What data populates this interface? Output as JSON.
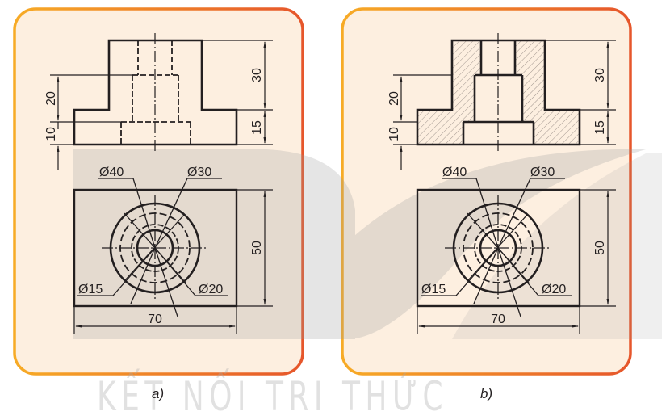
{
  "figure": {
    "panels": [
      {
        "id": "a",
        "caption": "a)",
        "variant": "hidden-lines",
        "front_view": {
          "dimensions": {
            "height_top": "30",
            "height_base": "15",
            "left_upper": "20",
            "left_lower": "10"
          }
        },
        "top_view": {
          "dimensions": {
            "width": "70",
            "depth": "50",
            "dia_outer": "Ø40",
            "dia_mid": "Ø30",
            "dia_small": "Ø15",
            "dia_inner": "Ø20"
          }
        }
      },
      {
        "id": "b",
        "caption": "b)",
        "variant": "section-view",
        "front_view": {
          "dimensions": {
            "height_top": "30",
            "height_base": "15",
            "left_upper": "20",
            "left_lower": "10"
          }
        },
        "top_view": {
          "dimensions": {
            "width": "70",
            "depth": "50",
            "dia_outer": "Ø40",
            "dia_mid": "Ø30",
            "dia_small": "Ø15",
            "dia_inner": "Ø20"
          }
        }
      }
    ],
    "watermark": "KẾT NỐI TRI THỨC"
  },
  "colors": {
    "panel_fill": "#fdefe0",
    "border_left": "#f7a824",
    "border_right": "#e8582a",
    "line": "#231f20",
    "hatch": "#6d6460"
  }
}
